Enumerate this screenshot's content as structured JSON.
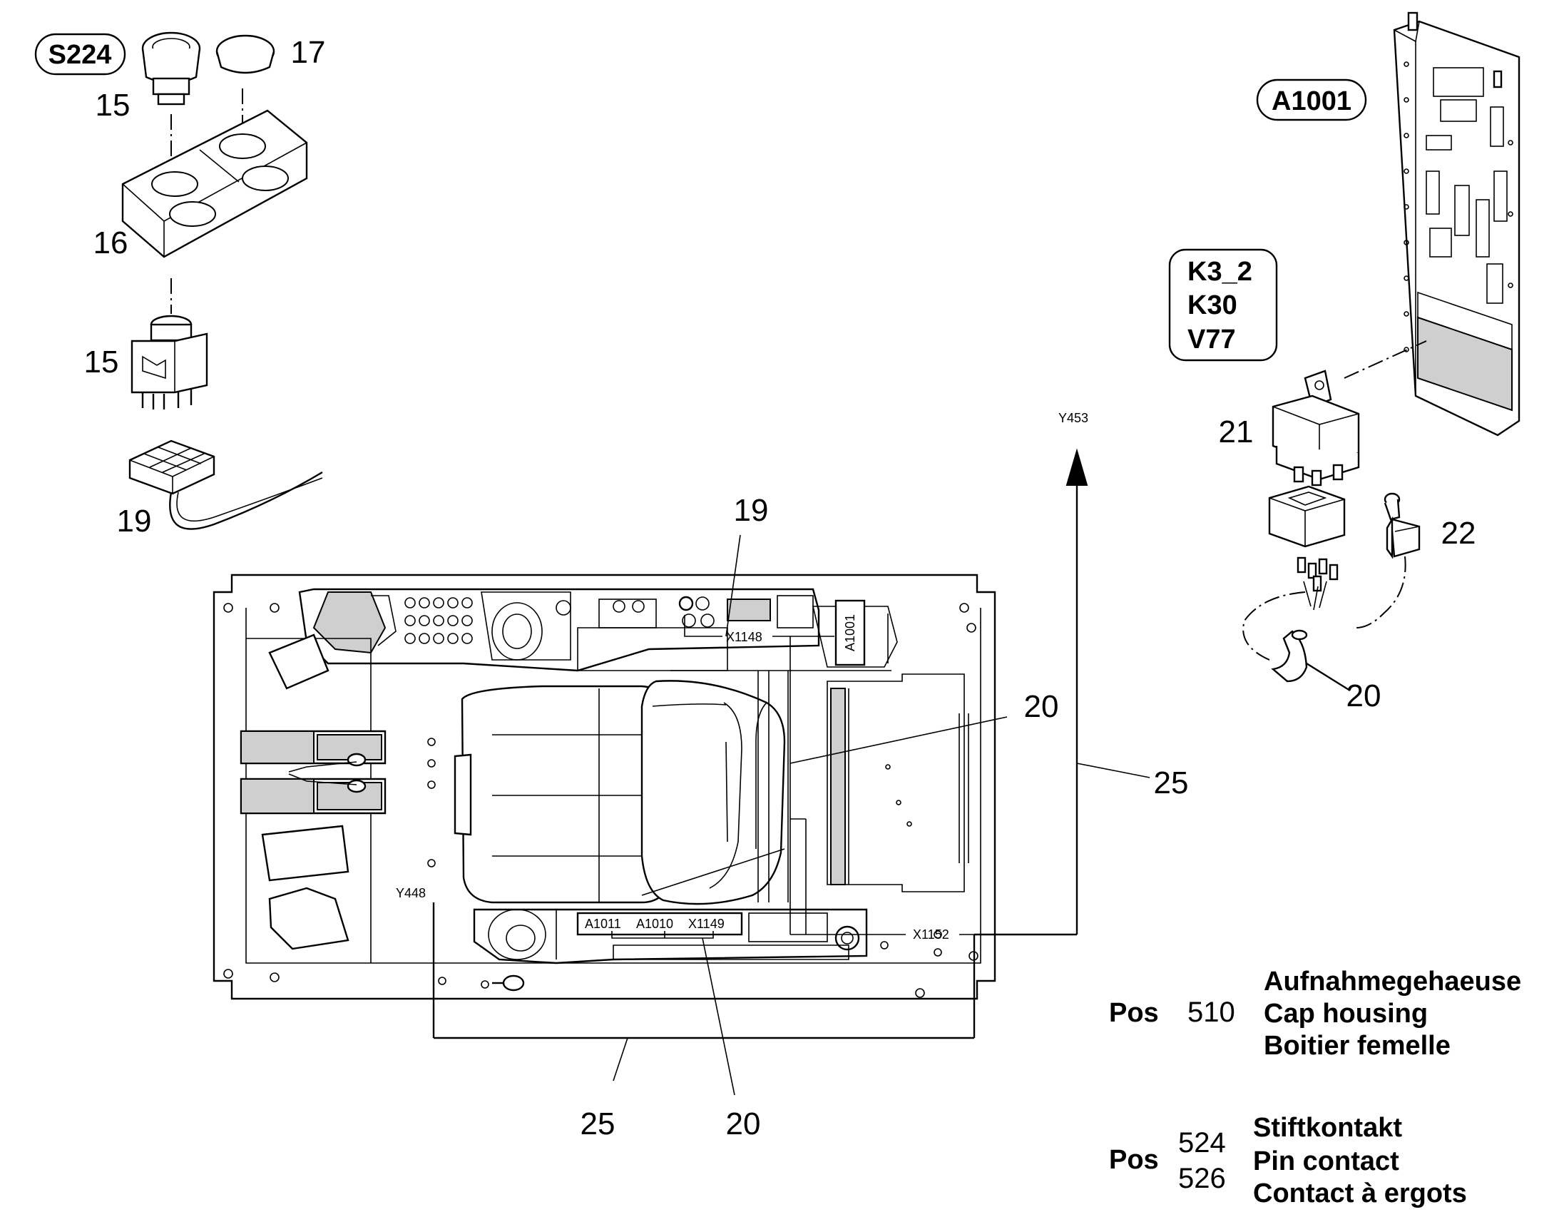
{
  "callouts": {
    "s224": "S224",
    "a1001_top": "A1001",
    "k3_2": "K3_2",
    "k30": "K30",
    "v77": "V77",
    "n15_top": "15",
    "n15_bottom": "15",
    "n16": "16",
    "n17": "17",
    "n19_left": "19",
    "n19_center": "19",
    "n20_right": "20",
    "n20_center": "20",
    "n20_bottom": "20",
    "n21": "21",
    "n22": "22",
    "n25_right": "25",
    "n25_bottom": "25"
  },
  "connectors": {
    "y453": "Y453",
    "y448": "Y448",
    "x1148": "X1148",
    "a1001_vertical": "A1001",
    "x1152": "X1152",
    "a1011": "A1011",
    "a1010": "A1010",
    "x1149": "X1149"
  },
  "legend": {
    "entry1": {
      "pos": "Pos",
      "number": "510",
      "lines": [
        "Aufnahmegehaeuse",
        "Cap housing",
        "Boitier femelle"
      ]
    },
    "entry2": {
      "pos": "Pos",
      "numbers": [
        "524",
        "526"
      ],
      "lines": [
        "Stiftkontakt",
        "Pin contact",
        "Contact à ergots"
      ]
    }
  }
}
